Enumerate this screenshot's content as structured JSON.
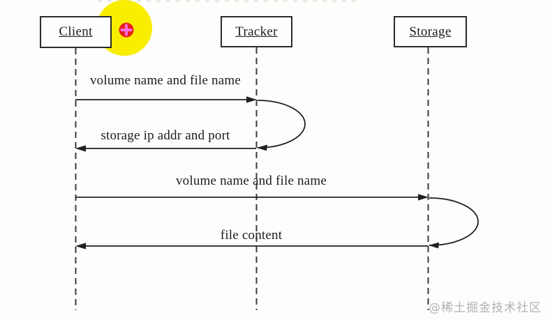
{
  "diagram": {
    "actors": [
      {
        "id": "client",
        "label": "Client"
      },
      {
        "id": "tracker",
        "label": "Tracker"
      },
      {
        "id": "storage",
        "label": "Storage"
      }
    ],
    "messages": [
      {
        "label": "volume name and file name",
        "from": "client",
        "to": "tracker"
      },
      {
        "label": "storage ip addr and port",
        "from": "tracker",
        "to": "client"
      },
      {
        "label": "volume name and file name",
        "from": "client",
        "to": "storage"
      },
      {
        "label": "file content",
        "from": "storage",
        "to": "client"
      }
    ],
    "line_color": "#1f1f1f"
  },
  "overlay": {
    "icon": "cursor-click-highlight",
    "highlight_color": "#f9ee00",
    "pointer_color": "#e62020",
    "cross_color": "#ff6ee0"
  },
  "watermark": {
    "text": "@稀土掘金技术社区",
    "color": "#b2b2b0"
  }
}
